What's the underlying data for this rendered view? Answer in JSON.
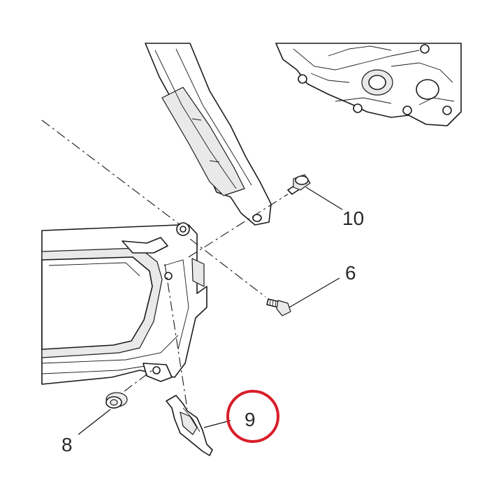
{
  "diagram": {
    "callouts": [
      {
        "id": "10",
        "label": "10"
      },
      {
        "id": "6",
        "label": "6"
      },
      {
        "id": "8",
        "label": "8"
      },
      {
        "id": "9",
        "label": "9"
      }
    ],
    "highlight": {
      "callout": "9",
      "color": "#d81e2a"
    },
    "line_color": "#1a1a1a"
  }
}
